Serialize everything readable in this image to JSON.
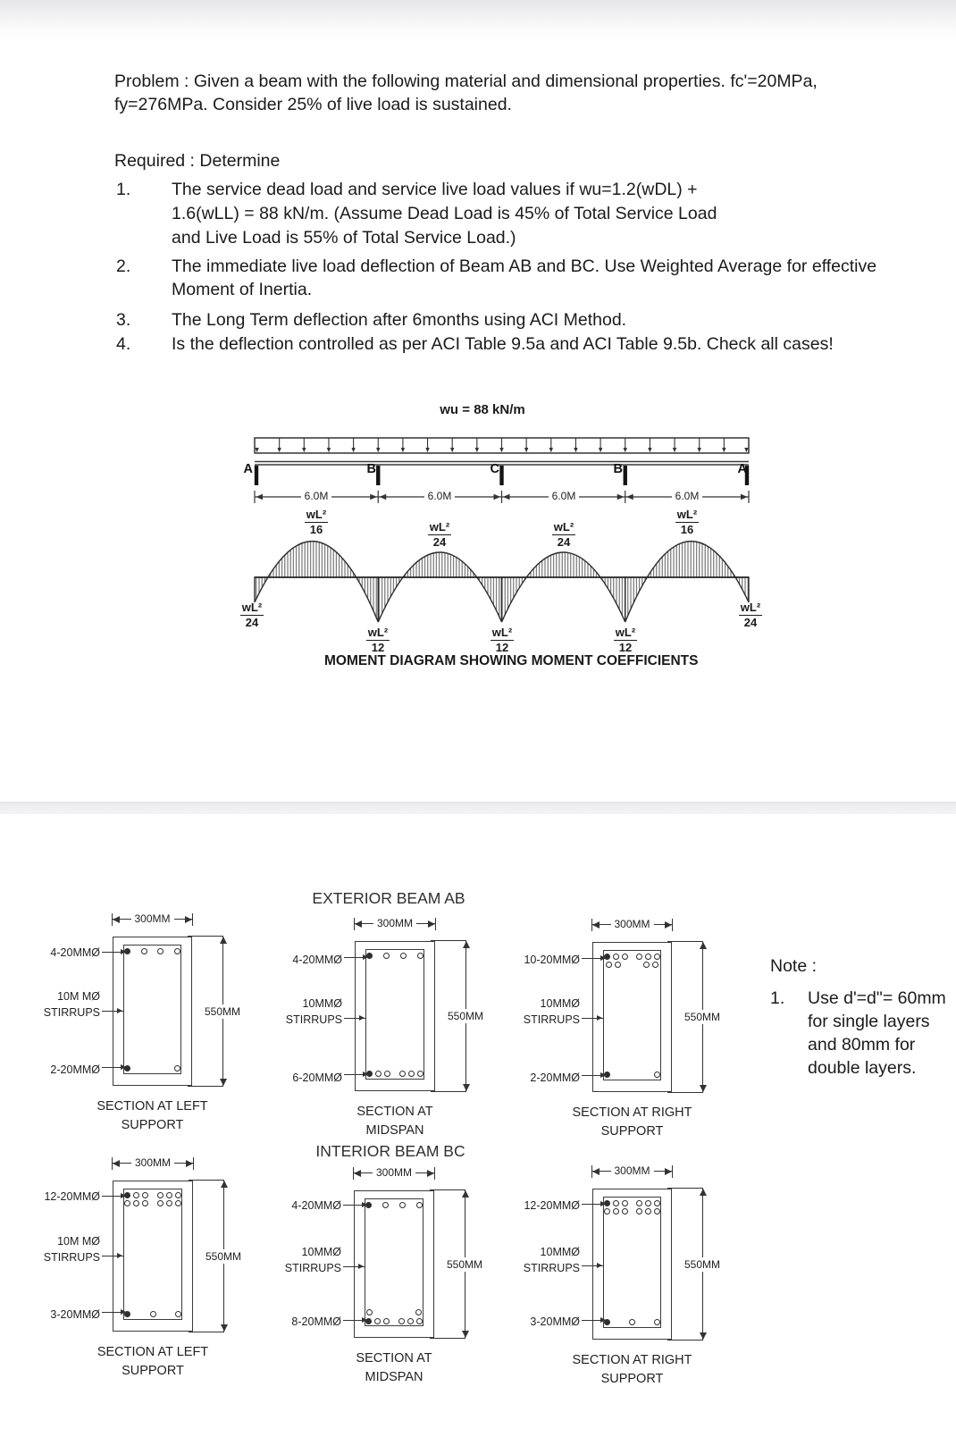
{
  "colors": {
    "ink": "#2e2e2e",
    "paper": "#ffffff"
  },
  "problem": {
    "line1": "Problem : Given a beam with the following material and dimensional properties. fc'=20MPa,",
    "line2": "fy=276MPa. Consider 25% of live load is sustained.",
    "required": "Required : Determine",
    "items": [
      {
        "num": "1.",
        "lines": [
          "The service dead load and service live load values if  wu=1.2(wDL) +",
          "1.6(wLL) = 88 kN/m. (Assume Dead Load is 45% of Total  Service Load",
          "and Live Load is 55% of Total Service Load.)"
        ]
      },
      {
        "num": "2.",
        "lines": [
          "The immediate live load deflection of Beam AB and BC. Use Weighted Average for effective",
          "Moment of Inertia."
        ]
      },
      {
        "num": "3.",
        "lines": [
          "The Long Term deflection after 6months using ACI Method."
        ]
      },
      {
        "num": "4.",
        "lines": [
          "Is the deflection controlled as per ACI Table 9.5a and ACI Table 9.5b. Check all cases!"
        ]
      }
    ]
  },
  "moment_diagram": {
    "load_label": "wu = 88 kN/m",
    "supports": [
      "A",
      "B",
      "C",
      "B",
      "A"
    ],
    "span_labels": [
      "6.0M",
      "6.0M",
      "6.0M",
      "6.0M"
    ],
    "top_coefficients": [
      {
        "num": "wL²",
        "den": "16"
      },
      {
        "num": "wL²",
        "den": "24"
      },
      {
        "num": "wL²",
        "den": "24"
      },
      {
        "num": "wL²",
        "den": "16"
      }
    ],
    "end_coefficients": [
      {
        "num": "wL²",
        "den": "24"
      },
      {
        "num": "wL²",
        "den": "24"
      }
    ],
    "support_coefficients": [
      {
        "num": "wL²",
        "den": "12"
      },
      {
        "num": "wL²",
        "den": "12"
      },
      {
        "num": "wL²",
        "den": "12"
      }
    ],
    "caption": "MOMENT DIAGRAM SHOWING MOMENT COEFFICIENTS"
  },
  "groups": {
    "exterior_title": "EXTERIOR BEAM AB",
    "interior_title": "INTERIOR BEAM BC"
  },
  "note": {
    "heading": "Note :",
    "item_num": "1.",
    "lines": [
      "Use d'=d\"= 60mm",
      "for single layers",
      "and 80mm for",
      "double layers."
    ]
  },
  "sections": [
    {
      "label_top": "4-20MMØ",
      "label_mid1": "10M MØ",
      "label_mid2": "STIRRUPS",
      "label_bottom": "2-20MMØ",
      "dim_w": "300MM",
      "dim_h": "550MM",
      "title1": "SECTION AT LEFT",
      "title2": "SUPPORT",
      "bars": [
        [
          5,
          6,
          1
        ],
        [
          35,
          6,
          0
        ],
        [
          65,
          6,
          0
        ],
        [
          95,
          6,
          0
        ],
        [
          5,
          -6,
          1
        ],
        [
          95,
          -6,
          0
        ]
      ]
    },
    {
      "label_top": "4-20MMØ",
      "label_mid1": "10MMØ",
      "label_mid2": "STIRRUPS",
      "label_bottom": "6-20MMØ",
      "dim_w": "300MM",
      "dim_h": "550MM",
      "title1": "SECTION AT",
      "title2": "MIDSPAN",
      "bars": [
        [
          5,
          6,
          1
        ],
        [
          35,
          6,
          0
        ],
        [
          65,
          6,
          0
        ],
        [
          95,
          6,
          0
        ],
        [
          5,
          -6,
          1
        ],
        [
          21,
          -6,
          0
        ],
        [
          37,
          -6,
          0
        ],
        [
          63,
          -6,
          0
        ],
        [
          79,
          -6,
          0
        ],
        [
          95,
          -6,
          0
        ]
      ]
    },
    {
      "label_top": "10-20MMØ",
      "label_mid1": "10MMØ",
      "label_mid2": "STIRRUPS",
      "label_bottom": "2-20MMØ",
      "dim_w": "300MM",
      "dim_h": "550MM",
      "title1": "SECTION AT RIGHT",
      "title2": "SUPPORT",
      "bars": [
        [
          5,
          6,
          1
        ],
        [
          21,
          6,
          0
        ],
        [
          37,
          6,
          0
        ],
        [
          63,
          6,
          0
        ],
        [
          79,
          6,
          0
        ],
        [
          95,
          6,
          0
        ],
        [
          8,
          15.5,
          0
        ],
        [
          24,
          15.5,
          0
        ],
        [
          76,
          15.5,
          0
        ],
        [
          92,
          15.5,
          0
        ],
        [
          5,
          -6,
          1
        ],
        [
          95,
          -6,
          0
        ]
      ]
    },
    {
      "label_top": "12-20MMØ",
      "label_mid1": "10M MØ",
      "label_mid2": "STIRRUPS",
      "label_bottom": "3-20MMØ",
      "dim_w": "300MM",
      "dim_h": "550MM",
      "title1": "SECTION AT LEFT",
      "title2": "SUPPORT",
      "bars": [
        [
          5,
          6,
          1
        ],
        [
          21,
          6,
          0
        ],
        [
          37,
          6,
          0
        ],
        [
          63,
          6,
          0
        ],
        [
          79,
          6,
          0
        ],
        [
          95,
          6,
          0
        ],
        [
          5,
          15.5,
          0
        ],
        [
          21,
          15.5,
          0
        ],
        [
          37,
          15.5,
          0
        ],
        [
          63,
          15.5,
          0
        ],
        [
          79,
          15.5,
          0
        ],
        [
          95,
          15.5,
          0
        ],
        [
          5,
          -6,
          1
        ],
        [
          50,
          -6,
          0
        ],
        [
          95,
          -6,
          0
        ]
      ]
    },
    {
      "label_top": "4-20MMØ",
      "label_mid1": "10MMØ",
      "label_mid2": "STIRRUPS",
      "label_bottom": "8-20MMØ",
      "dim_w": "300MM",
      "dim_h": "550MM",
      "title1": "SECTION AT",
      "title2": "MIDSPAN",
      "bars": [
        [
          5,
          6,
          1
        ],
        [
          35,
          6,
          0
        ],
        [
          65,
          6,
          0
        ],
        [
          95,
          6,
          0
        ],
        [
          7,
          -15,
          0
        ],
        [
          93,
          -15,
          0
        ],
        [
          5,
          -5,
          1
        ],
        [
          21,
          -5,
          0
        ],
        [
          37,
          -5,
          0
        ],
        [
          63,
          -5,
          0
        ],
        [
          79,
          -5,
          0
        ],
        [
          95,
          -5,
          0
        ]
      ]
    },
    {
      "label_top": "12-20MMØ",
      "label_mid1": "10MMØ",
      "label_mid2": "STIRRUPS",
      "label_bottom": "3-20MMØ",
      "dim_w": "300MM",
      "dim_h": "550MM",
      "title1": "SECTION AT RIGHT",
      "title2": "SUPPORT",
      "bars": [
        [
          5,
          6,
          1
        ],
        [
          21,
          6,
          0
        ],
        [
          37,
          6,
          0
        ],
        [
          63,
          6,
          0
        ],
        [
          79,
          6,
          0
        ],
        [
          95,
          6,
          0
        ],
        [
          5,
          15.5,
          0
        ],
        [
          21,
          15.5,
          0
        ],
        [
          37,
          15.5,
          0
        ],
        [
          63,
          15.5,
          0
        ],
        [
          79,
          15.5,
          0
        ],
        [
          95,
          15.5,
          0
        ],
        [
          5,
          -6,
          1
        ],
        [
          50,
          -6,
          0
        ],
        [
          95,
          -6,
          0
        ]
      ]
    }
  ]
}
